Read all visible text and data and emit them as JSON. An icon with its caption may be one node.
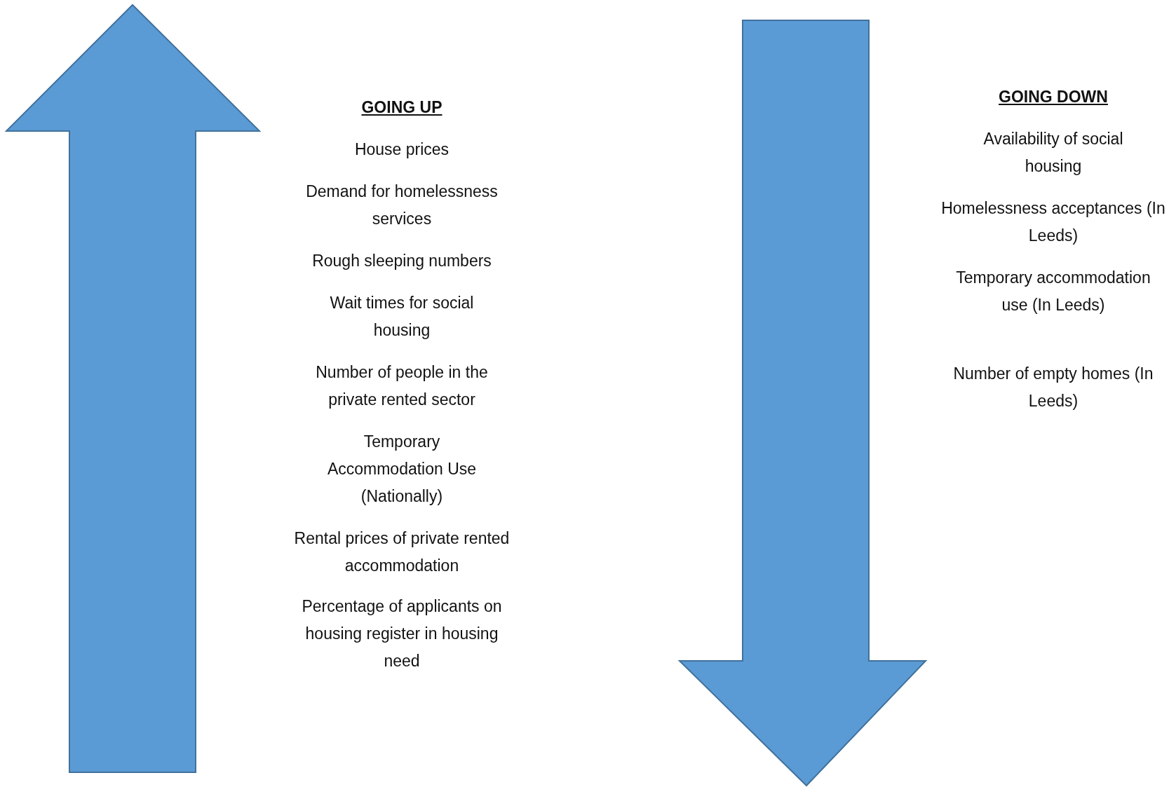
{
  "diagram": {
    "labels": [
      "GOING UP",
      "House prices",
      "Demand for homelessness services",
      "Rough sleeping numbers",
      "Wait times for social housing",
      "Number of people in the private rented sector",
      "Temporary Accommodation Use (Nationally)",
      "Rental prices of private rented accommodation",
      "Percentage of applicants on housing register in housing need",
      "GOING DOWN",
      "Availability of social housing",
      "Homelessness acceptances (In Leeds)",
      "Temporary accommodation use (In Leeds)",
      "Number of empty homes (In Leeds)"
    ]
  }
}
